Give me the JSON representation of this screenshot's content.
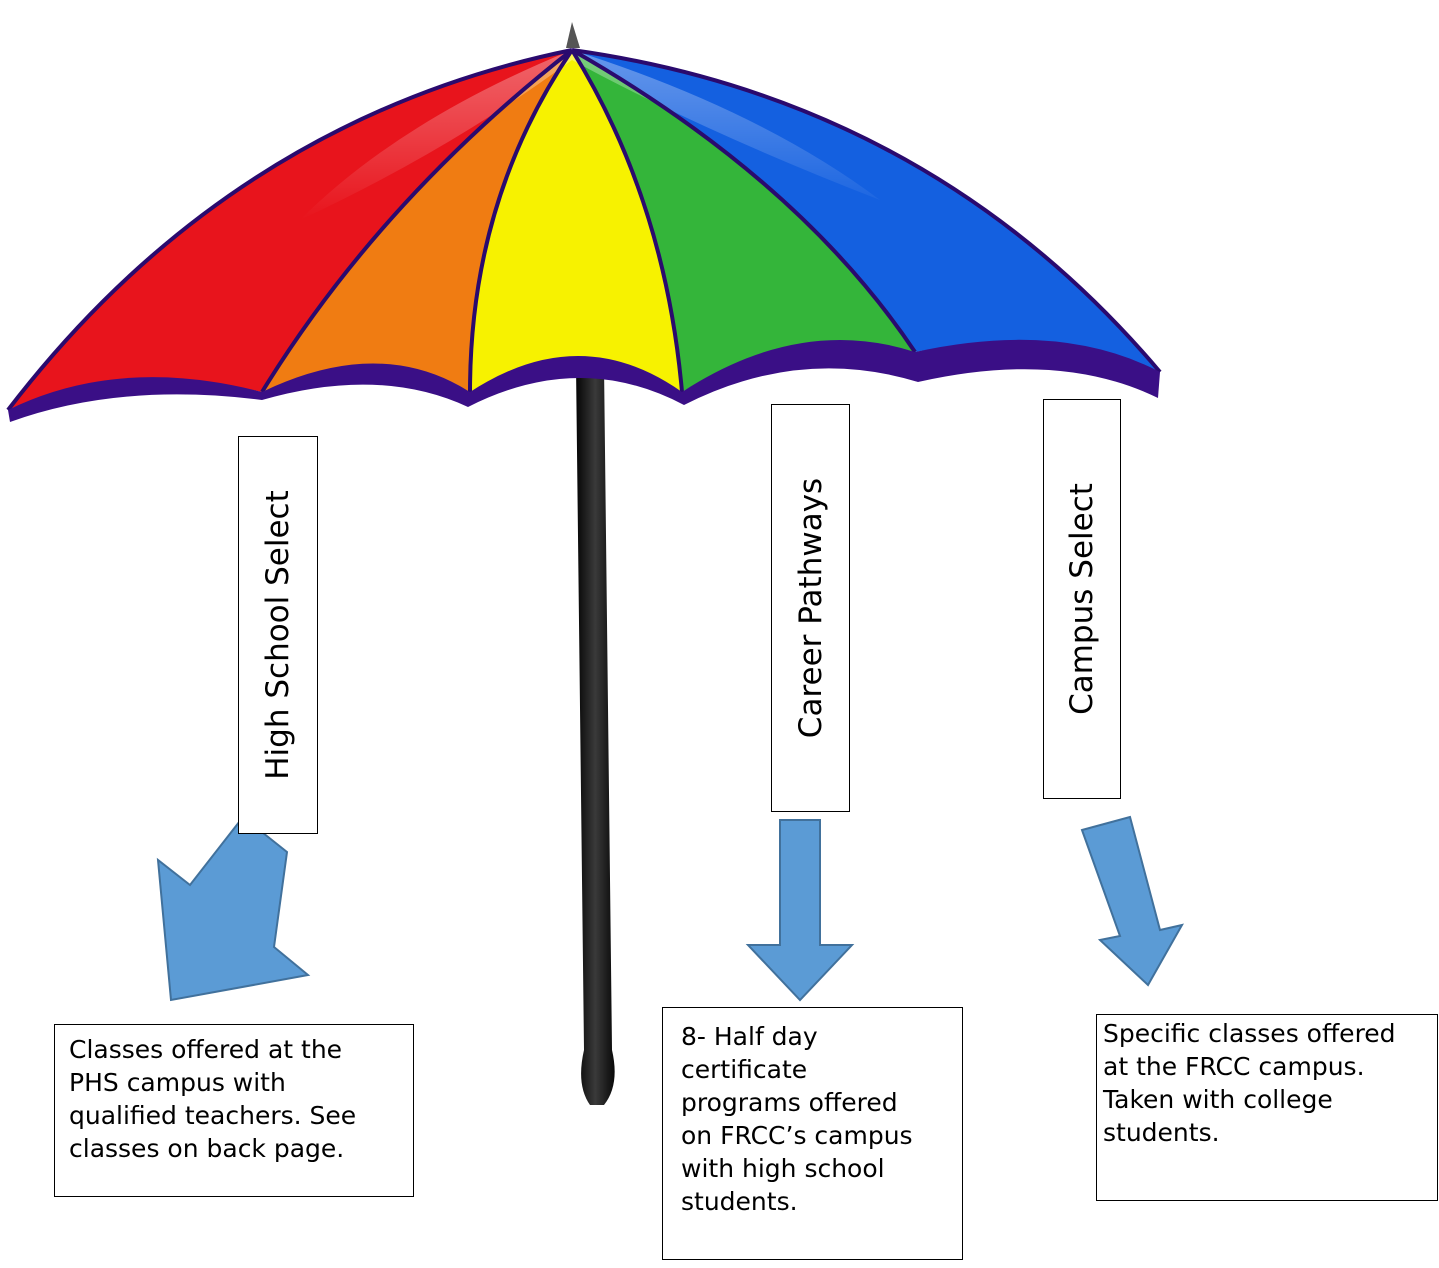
{
  "labels": {
    "high_school_select": "High School Select",
    "career_pathways": "Career Pathways",
    "campus_select": "Campus Select"
  },
  "descriptions": {
    "high_school_select": "Classes offered at the\nPHS campus with\nqualified teachers. See\nclasses on back page.",
    "career_pathways": "8- Half day\ncertificate\nprograms offered\non FRCC’s campus\nwith high school\nstudents.",
    "campus_select": "Specific classes offered\nat the FRCC campus.\nTaken with college\nstudents."
  },
  "colors": {
    "panels": [
      "#e8141c",
      "#f07c12",
      "#f7f200",
      "#34b53a",
      "#1460e0"
    ],
    "trim": "#3a0f86",
    "arrow": "#5b9bd5",
    "arrow_outline": "#41719c"
  }
}
